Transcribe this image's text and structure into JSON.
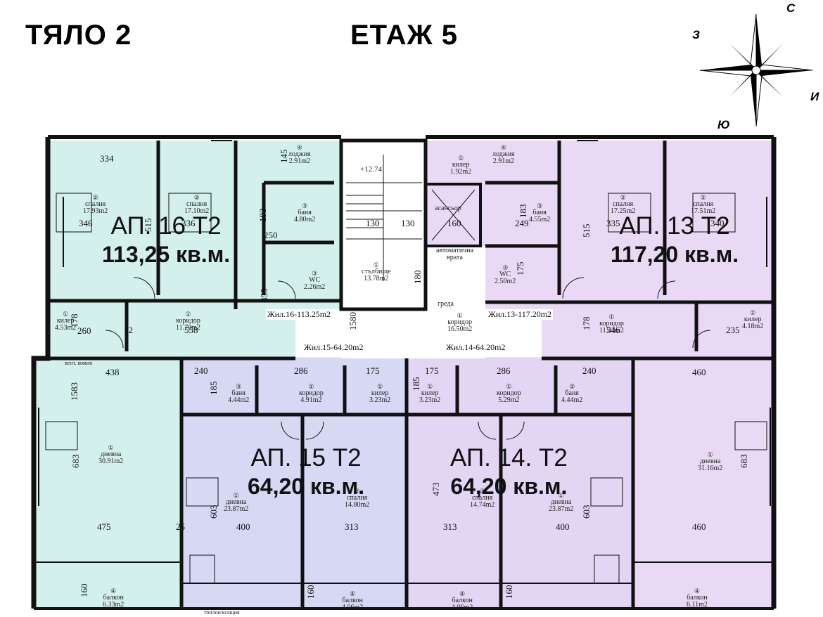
{
  "header": {
    "building": "ТЯЛО 2",
    "floor": "ЕТАЖ 5"
  },
  "compass": {
    "n": "С",
    "w": "З",
    "e": "И",
    "s": "Ю"
  },
  "apartments": {
    "a16": {
      "name": "АП. 16 Т2",
      "area": "113,25 кв.м."
    },
    "a13": {
      "name": "АП. 13 Т2",
      "area": "117,20 кв.м."
    },
    "a15": {
      "name": "АП. 15 Т2",
      "area": "64,20 кв.м."
    },
    "a14": {
      "name": "АП. 14. Т2",
      "area": "64,20 кв.м."
    }
  },
  "zones": {
    "a16": "#d4f0ec",
    "a13": "#ead9f4",
    "a15": "#d6d8f4",
    "a14": "#e2d6f4",
    "core": "#ffffff"
  },
  "rooms": {
    "r1": [
      "②",
      "спалня",
      "17.93m2"
    ],
    "r2": [
      "②",
      "спалня",
      "17.10m2"
    ],
    "r3": [
      "④",
      "лоджия",
      "2.91m2"
    ],
    "r4": [
      "③",
      "баня",
      "4.80m2"
    ],
    "r5": [
      "③",
      "WC",
      "2.26m2"
    ],
    "r6": [
      "①",
      "килер",
      "4.53m2"
    ],
    "r7": [
      "①",
      "коридор",
      "11.70m2"
    ],
    "r8": [
      "①",
      "дневна",
      "30.91m2"
    ],
    "r9": [
      "④",
      "балкон",
      "6.33m2"
    ],
    "r10": [
      "①",
      "стълбище",
      "13.78m2"
    ],
    "r11": [
      "",
      "асансьор",
      ""
    ],
    "r12": [
      "",
      "автоматична",
      "врата"
    ],
    "r13": [
      "①",
      "коридор",
      "16.50m2"
    ],
    "r14": [
      "①",
      "килер",
      "1.92m2"
    ],
    "r15": [
      "④",
      "лоджия",
      "2.91m2"
    ],
    "r16": [
      "③",
      "баня",
      "4.55m2"
    ],
    "r17": [
      "③",
      "WC",
      "2.50m2"
    ],
    "r18": [
      "②",
      "спалня",
      "17.25m2"
    ],
    "r19": [
      "②",
      "спалня",
      "17.51m2"
    ],
    "r20": [
      "①",
      "коридор",
      "11.41m2"
    ],
    "r21": [
      "①",
      "килер",
      "4.18m2"
    ],
    "r22": [
      "①",
      "дневна",
      "31.16m2"
    ],
    "r23": [
      "④",
      "балкон",
      "6.11m2"
    ],
    "r24": [
      "③",
      "баня",
      "4.44m2"
    ],
    "r25": [
      "①",
      "коридор",
      "4.91m2"
    ],
    "r26": [
      "①",
      "килер",
      "3.23m2"
    ],
    "r27": [
      "①",
      "дневна",
      "23.87m2"
    ],
    "r28": [
      "②",
      "спалня",
      "14.80m2"
    ],
    "r29": [
      "④",
      "балкон",
      "4.06m2"
    ],
    "r30": [
      "①",
      "килер",
      "3.23m2"
    ],
    "r31": [
      "①",
      "коридор",
      "5.29m2"
    ],
    "r32": [
      "③",
      "баня",
      "4.44m2"
    ],
    "r33": [
      "②",
      "спалня",
      "14.74m2"
    ],
    "r34": [
      "①",
      "дневна",
      "23.87m2"
    ],
    "r35": [
      "④",
      "балкон",
      "4.06m2"
    ]
  },
  "labels": {
    "jil16": "Жил.16-113.25m2",
    "jil13": "Жил.13-117.20m2",
    "jil15": "Жил.15-64.20m2",
    "jil14": "Жил.14-64.20m2",
    "level": "+12.74",
    "beam": "греда",
    "vent": "вент. комин",
    "insulation": "топлоизолация"
  },
  "dims": {
    "d334": "334",
    "d346": "346",
    "d336": "336",
    "d515a": "515",
    "d145": "145",
    "d193": "193",
    "d250": "250",
    "d355": "355",
    "d178a": "178",
    "d260": "260",
    "d558": "558",
    "d12": "12",
    "d438": "438",
    "d1583": "1583",
    "d683a": "683",
    "d475": "475",
    "d160a": "160",
    "d25": "25",
    "d130a": "130",
    "d130b": "130",
    "d160b": "160",
    "d180": "180",
    "d1580": "1580",
    "d249": "249",
    "d183": "183",
    "d175a": "175",
    "d335": "335",
    "d340": "340",
    "d515b": "515",
    "d178b": "178",
    "d546": "546",
    "d235": "235",
    "d460a": "460",
    "d683b": "683",
    "d460b": "460",
    "d240a": "240",
    "d286a": "286",
    "d175b": "175",
    "d175c": "175",
    "d286b": "286",
    "d240b": "240",
    "d185a": "185",
    "d185b": "185",
    "d603a": "603",
    "d400a": "400",
    "d313a": "313",
    "d313b": "313",
    "d400b": "400",
    "d603b": "603",
    "d473": "473",
    "d160c": "160",
    "d160d": "160"
  }
}
